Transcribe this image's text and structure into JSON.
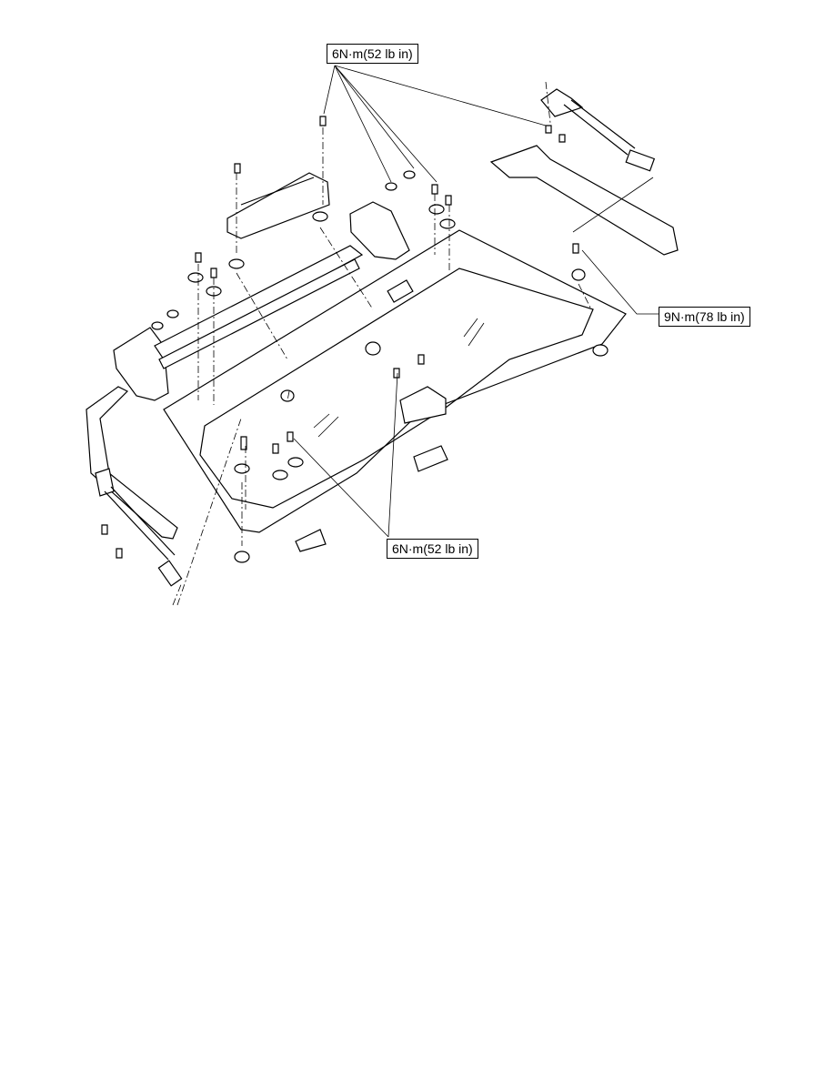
{
  "diagram": {
    "torque_labels": {
      "top": "6N·m(52 lb in)",
      "right": "9N·m(78 lb in)",
      "bottom": "6N·m(52 lb in)"
    }
  }
}
